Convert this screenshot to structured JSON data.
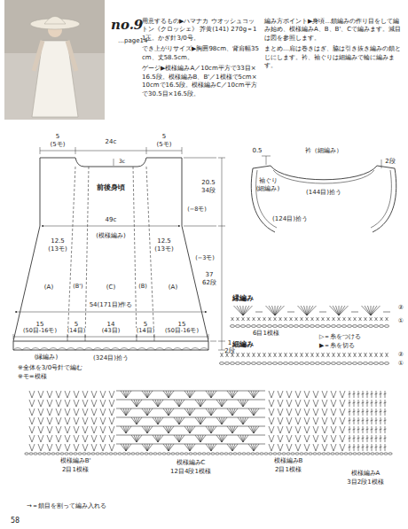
{
  "diagram": {
    "labels": [
      "no.9",
      "…page14",
      "用意するもの▶ハマナカ ウオッシュコットン《クロッシェ》 芥黄(141) 270g＝11玉。かぎ針3/0号。",
      "でき上がりサイズ▶胸囲98cm、背肩幅35cm、丈58.5cm。",
      "ゲージ▶模様編みA／10cm平方で33目×16.5段。模様編みB、B'／1模様で5cm×10cmで16.5段。模様編みC／10cm平方で30.5目×16.5段。",
      "編み方ポイント▶身頃…鎖編みの作り目をして編み始め、模様編みA、B、B'、Cで編みます。減目は図を参照します。",
      "まとめ…肩は巻きはぎ、脇は引き抜き編みの鎖とじにします。衿、袖ぐりは細編みで輪に編みます。",
      "5",
      "(5モ)",
      "24c",
      "5",
      "(5モ)",
      "3c",
      "前後身頃",
      "(−8モ)",
      "20.5",
      "34段",
      "49c",
      "(模様編み)",
      "12.5",
      "(13モ)",
      "12.5",
      "(13モ)",
      "(−3モ)",
      "37",
      "62段",
      "(A)",
      "(B')",
      "(C)",
      "(B)",
      "(A)",
      "54(171目)作る",
      "15",
      "(50目-16モ)",
      "5",
      "(14目)",
      "14",
      "(43目)",
      "5",
      "(14目)",
      "15",
      "(50目-16モ)",
      "(縁編み)",
      "1",
      "2段",
      "(324目)拾う",
      "※全体を3/0号針で編む",
      "※モ=模様",
      "0.5",
      "衿（細編み）",
      "2段",
      "袖ぐり",
      "(細編み)",
      "(144目)拾う",
      "(124目)拾う",
      "縁編み",
      "②",
      "①",
      "6目1模様",
      "▷＝糸をつける",
      "▶＝糸を切る",
      "細編み",
      "②",
      "①",
      "模様編みB'",
      "2目1模様",
      "模様編みC",
      "12目4段1模様",
      "模様編みB",
      "2目1模様",
      "模様編みA",
      "3目2段1模様",
      "→＝鎖目を割って編み入れる",
      "58"
    ]
  }
}
